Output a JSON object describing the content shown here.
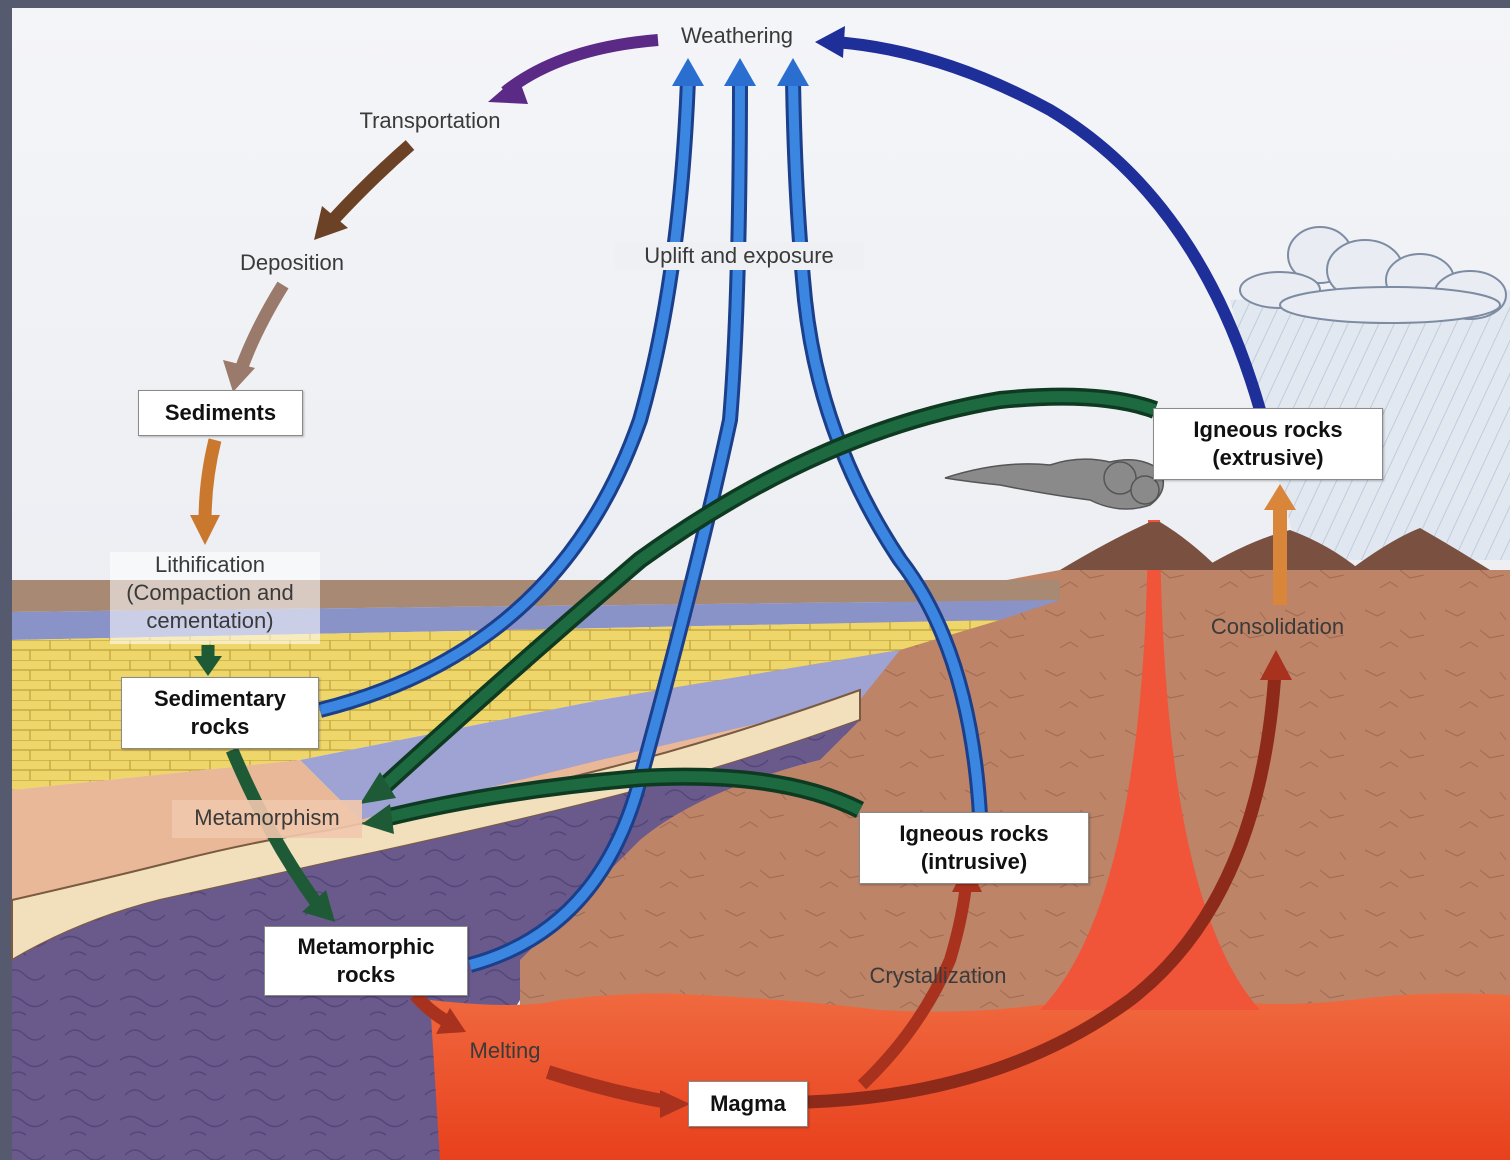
{
  "diagram": {
    "process_labels": {
      "weathering": "Weathering",
      "transportation": "Transportation",
      "deposition": "Deposition",
      "uplift": "Uplift and exposure",
      "lithification": "Lithification\n(Compaction and\ncementation)",
      "metamorphism": "Metamorphism",
      "melting": "Melting",
      "crystallization": "Crystallization",
      "consolidation": "Consolidation"
    },
    "nodes": {
      "sediments": "Sediments",
      "sedimentary": "Sedimentary\nrocks",
      "metamorphic": "Metamorphic\nrocks",
      "magma": "Magma",
      "igneous_intrusive": "Igneous rocks\n(intrusive)",
      "igneous_extrusive": "Igneous rocks\n(extrusive)"
    },
    "colors": {
      "weathering_arrow": "#5b2a86",
      "transportation_arrow": "#6b4226",
      "deposition_arrow": "#9a7a6a",
      "lithification_arrow": "#c9782e",
      "uplift_arrows": "#2a6fd0",
      "extrusive_weathering_arrow": "#1f2f9a",
      "metamorphism_arrows": "#1e5a36",
      "melting_arrows": "#a8321e",
      "consolidation_arrow": "#d9853a",
      "magma": "#e8401c",
      "crust": "#b98066",
      "metamorphic_rock": "#6a5a8c",
      "sky": "#eef0f4"
    }
  }
}
